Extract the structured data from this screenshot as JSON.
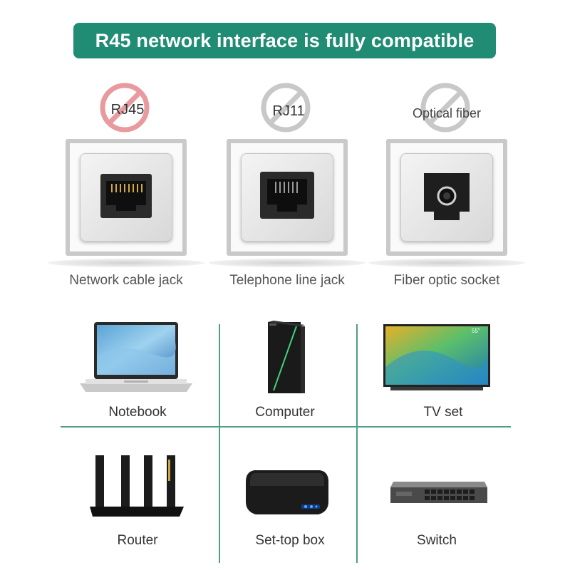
{
  "header": {
    "title": "R45 network interface is fully compatible",
    "bg_color": "#1f8c73"
  },
  "ports": [
    {
      "sign_text": "RJ45",
      "sign_color": "#e89a9e",
      "label": "Network cable jack",
      "icon": "rj45-socket-icon"
    },
    {
      "sign_text": "RJ11",
      "sign_color": "#c8c8c8",
      "label": "Telephone line jack",
      "icon": "rj11-socket-icon"
    },
    {
      "sign_text": "Optical fiber",
      "sign_color": "#c8c8c8",
      "label": "Fiber optic socket",
      "icon": "optical-socket-icon"
    }
  ],
  "devices": [
    {
      "label": "Notebook",
      "icon": "laptop-icon"
    },
    {
      "label": "Computer",
      "icon": "desktop-tower-icon"
    },
    {
      "label": "TV set",
      "icon": "tv-icon",
      "screen_text": "55\""
    },
    {
      "label": "Router",
      "icon": "router-icon"
    },
    {
      "label": "Set-top box",
      "icon": "set-top-box-icon"
    },
    {
      "label": "Switch",
      "icon": "network-switch-icon"
    }
  ],
  "grid_color": "#4f9d88"
}
